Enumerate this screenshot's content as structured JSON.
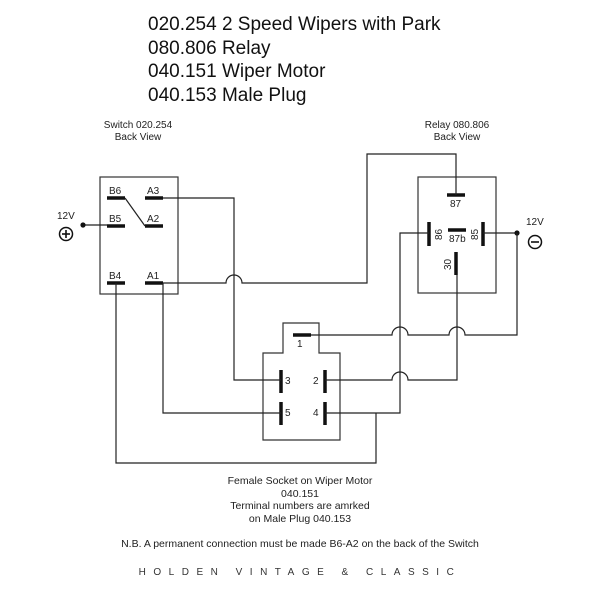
{
  "titles": [
    "020.254 2 Speed Wipers with Park",
    "080.806 Relay",
    "040.151 Wiper Motor",
    "040.153 Male Plug"
  ],
  "switch": {
    "label_line1": "Switch 020.254",
    "label_line2": "Back View",
    "terminals": {
      "b6": "B6",
      "a3": "A3",
      "b5": "B5",
      "a2": "A2",
      "b4": "B4",
      "a1": "A1"
    }
  },
  "relay": {
    "label_line1": "Relay 080.806",
    "label_line2": "Back View",
    "terminals": {
      "t87": "87",
      "t86": "86",
      "t87b": "87b",
      "t85": "85",
      "t30": "30"
    }
  },
  "supply": {
    "positive_label": "12V",
    "positive_symbol": "+",
    "negative_label": "12V",
    "negative_symbol": "−"
  },
  "plug": {
    "pins": {
      "p1": "1",
      "p2": "2",
      "p3": "3",
      "p4": "4",
      "p5": "5"
    }
  },
  "captions": {
    "socket_line1": "Female Socket on Wiper Motor",
    "socket_line2": "040.151",
    "socket_line3": "Terminal numbers are amrked",
    "socket_line4": "on Male Plug 040.153",
    "note": "N.B. A permanent connection must be made B6-A2 on the back of the Switch"
  },
  "brand": "HOLDEN VINTAGE & CLASSIC"
}
